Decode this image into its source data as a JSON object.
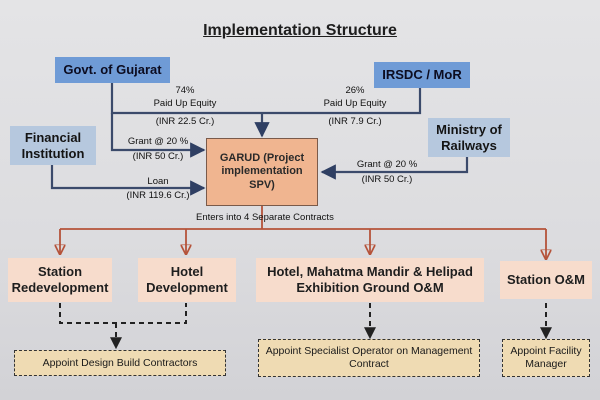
{
  "title": "Implementation Structure",
  "nodes": {
    "gujarat": "Govt. of Gujarat",
    "irsdc": "IRSDC / MoR",
    "financial": "Financial Institution",
    "ministry": "Ministry of Railways",
    "garud": "GARUD (Project implementation SPV)",
    "station_redev": "Station Redevelopment",
    "hotel_dev": "Hotel Development",
    "hotel_mandir": "Hotel, Mahatma Mandir & Helipad Exhibition Ground O&M",
    "station_om": "Station O&M",
    "design_build": "Appoint Design Build Contractors",
    "specialist": "Appoint Specialist Operator on Management Contract",
    "facility": "Appoint Facility Manager"
  },
  "edges": {
    "gujarat_pct": "74%",
    "gujarat_equity": "Paid Up Equity",
    "gujarat_amount": "(INR 22.5 Cr.)",
    "irsdc_pct": "26%",
    "irsdc_equity": "Paid Up Equity",
    "irsdc_amount": "(INR 7.9 Cr.)",
    "grant_left": "Grant @ 20 %",
    "grant_left_amount": "(INR 50 Cr.)",
    "grant_right": "Grant @ 20 %",
    "grant_right_amount": "(INR 50 Cr.)",
    "loan": "Loan",
    "loan_amount": "(INR 119.6 Cr.)",
    "contracts": "Enters into 4  Separate Contracts"
  },
  "colors": {
    "equity_arrow": "#3b4a6b",
    "contract_arrow": "#b5533a",
    "dashed": "#222222"
  }
}
